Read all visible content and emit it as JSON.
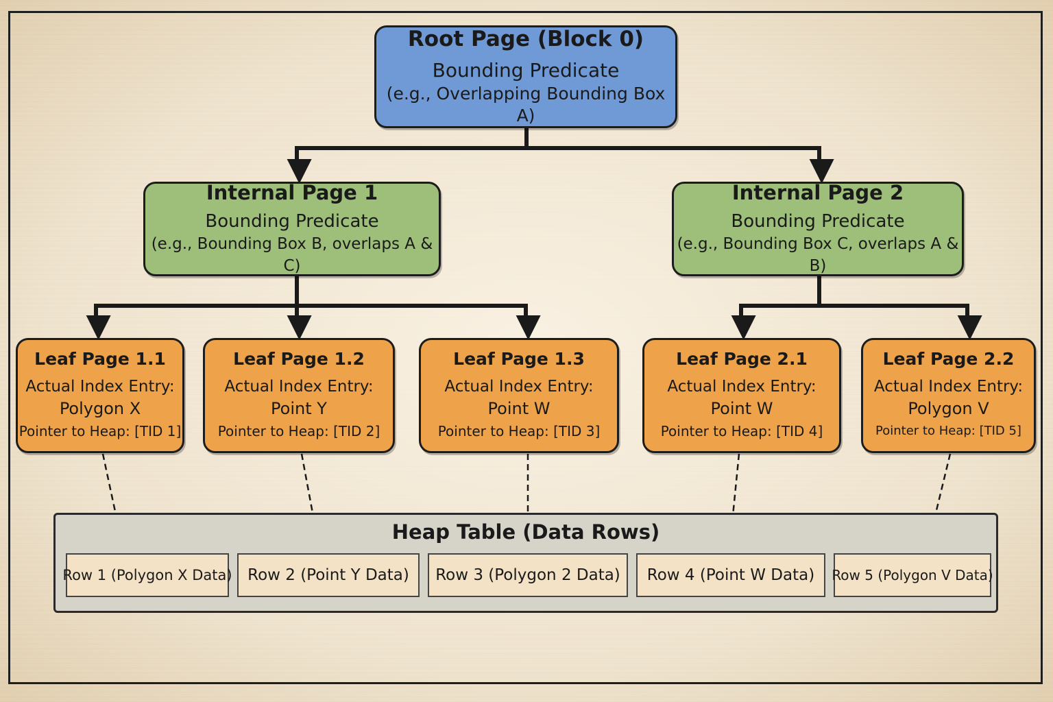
{
  "root": {
    "title": "Root Page (Block 0)",
    "predicate": "Bounding Predicate",
    "example": "(e.g., Overlapping Bounding Box A)"
  },
  "internal": [
    {
      "title": "Internal Page 1",
      "predicate": "Bounding Predicate",
      "example": "(e.g., Bounding Box B, overlaps A & C)"
    },
    {
      "title": "Internal Page 2",
      "predicate": "Bounding Predicate",
      "example": "(e.g., Bounding Box C, overlaps A & B)"
    }
  ],
  "leaves": [
    {
      "title": "Leaf Page 1.1",
      "entry_label": "Actual Index Entry:",
      "entry": "Polygon X",
      "pointer": "Pointer to Heap: [TID 1]"
    },
    {
      "title": "Leaf Page 1.2",
      "entry_label": "Actual Index Entry:",
      "entry": "Point Y",
      "pointer": "Pointer to Heap: [TID 2]"
    },
    {
      "title": "Leaf Page 1.3",
      "entry_label": "Actual Index Entry:",
      "entry": "Point W",
      "pointer": "Pointer to Heap: [TID 3]"
    },
    {
      "title": "Leaf Page 2.1",
      "entry_label": "Actual Index Entry:",
      "entry": "Point W",
      "pointer": "Pointer to Heap: [TID 4]"
    },
    {
      "title": "Leaf Page 2.2",
      "entry_label": "Actual Index Entry:",
      "entry": "Polygon V",
      "pointer": "Pointer to Heap: [TID 5]"
    }
  ],
  "heap": {
    "title": "Heap Table (Data Rows)",
    "rows": [
      "Row 1 (Polygon X Data)",
      "Row 2 (Point Y Data)",
      "Row 3 (Polygon 2 Data)",
      "Row 4 (Point W Data)",
      "Row 5 (Polygon V Data)"
    ]
  },
  "colors": {
    "root": "#6f9ad6",
    "internal": "#9dbf79",
    "leaf": "#eea34a",
    "heap": "#d6d3c8",
    "row": "#f3e2c6"
  }
}
